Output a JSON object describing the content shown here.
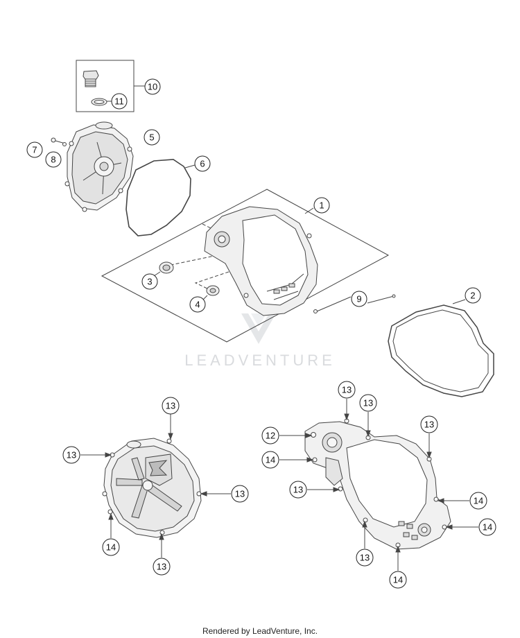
{
  "watermark": {
    "text": "LEADVENTURE"
  },
  "footer": {
    "text": "Rendered by LeadVenture, Inc."
  },
  "callouts": {
    "c1": "1",
    "c2": "2",
    "c3": "3",
    "c4": "4",
    "c5": "5",
    "c6": "6",
    "c7": "7",
    "c8": "8",
    "c9": "9",
    "c10": "10",
    "c11": "11",
    "b13a": "13",
    "b13b": "13",
    "b13c": "13",
    "b13d": "13",
    "b14a": "14",
    "r12": "12",
    "r13a": "13",
    "r13b": "13",
    "r13c": "13",
    "r13d": "13",
    "r13e": "13",
    "r14a": "14",
    "r14b": "14",
    "r14c": "14",
    "r14d": "14"
  },
  "colors": {
    "line": "#444444",
    "part_fill": "#f2f2f2",
    "part_shade": "#d8d8d8",
    "watermark": "#d9dbde"
  }
}
